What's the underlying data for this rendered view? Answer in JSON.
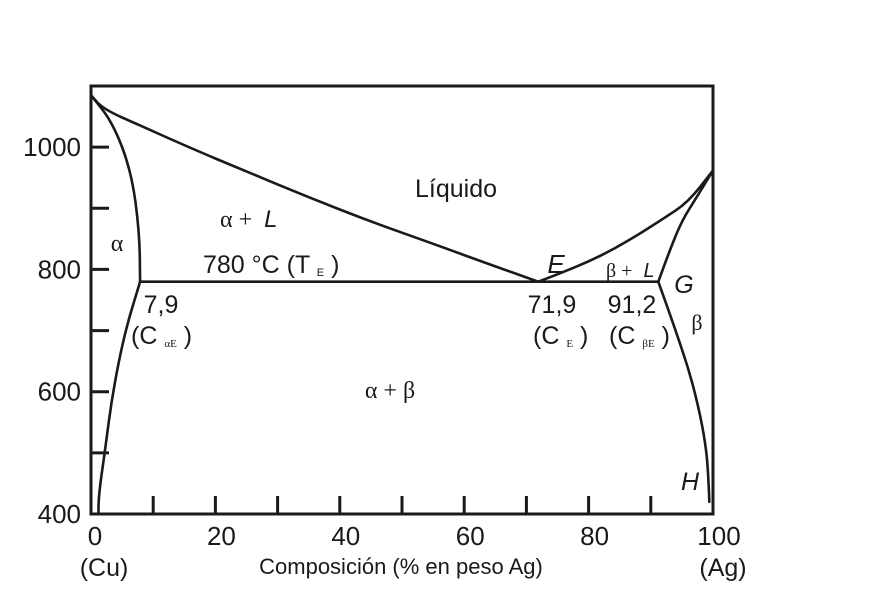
{
  "chart_data": {
    "type": "phase-diagram",
    "title": "",
    "xlabel": "Composición (% en peso Ag)",
    "ylabel": "",
    "xlim": [
      0,
      100
    ],
    "ylim": [
      400,
      1100
    ],
    "x_ticks": [
      0,
      20,
      40,
      60,
      80,
      100
    ],
    "x_tick_labels": [
      "0",
      "20",
      "40",
      "60",
      "80",
      "100"
    ],
    "x_minor_ticks": [
      10,
      30,
      50,
      70,
      90
    ],
    "y_ticks": [
      400,
      600,
      800,
      1000
    ],
    "y_tick_labels": [
      "400",
      "600",
      "800",
      "1000"
    ],
    "y_minor_ticks": [
      500,
      700,
      900
    ],
    "x_end_labels": {
      "left": "(Cu)",
      "right": "(Ag)"
    },
    "grid": false,
    "curves": [
      {
        "name": "liquidus-cu",
        "x": [
          0,
          2,
          8,
          15,
          25,
          35,
          45,
          55,
          65,
          71.9
        ],
        "y": [
          1085,
          1062,
          1035,
          1003,
          960,
          918,
          878,
          842,
          805,
          780
        ]
      },
      {
        "name": "liquidus-ag",
        "x": [
          71.9,
          76,
          80,
          84,
          88,
          92,
          96,
          100
        ],
        "y": [
          780,
          796,
          813,
          833,
          857,
          883,
          910,
          962
        ]
      },
      {
        "name": "solidus-alpha",
        "x": [
          0,
          3.5,
          6.5,
          7.8,
          7.9
        ],
        "y": [
          1085,
          1040,
          960,
          860,
          780
        ]
      },
      {
        "name": "solvus-alpha",
        "x": [
          7.9,
          5.5,
          3.5,
          2.2,
          1.5,
          1.2,
          1.2
        ],
        "y": [
          780,
          700,
          600,
          500,
          450,
          420,
          400
        ]
      },
      {
        "name": "solidus-beta",
        "x": [
          91.2,
          93,
          95,
          97.5,
          100
        ],
        "y": [
          780,
          830,
          880,
          920,
          962
        ]
      },
      {
        "name": "solvus-beta",
        "x": [
          91.2,
          94,
          96.3,
          98,
          99,
          99.3,
          99.4
        ],
        "y": [
          780,
          700,
          630,
          560,
          500,
          450,
          420
        ]
      },
      {
        "name": "eutectic-isotherm",
        "x": [
          7.9,
          91.2
        ],
        "y": [
          780,
          780
        ]
      }
    ],
    "annotations": {
      "liquid": "Líquido",
      "alpha": "α",
      "beta": "β",
      "alpha_plus_liquid_greek": "α +",
      "alpha_plus_liquid_l": "L",
      "beta_plus_liquid_greek": "β +",
      "beta_plus_liquid_l": "L",
      "alpha_plus_beta": "α + β",
      "eutectic_temp_main": "780  °C (T",
      "eutectic_temp_sub": "E",
      "eutectic_temp_close": ")",
      "point_e": "E",
      "point_g": "G",
      "point_h": "H",
      "c_alpha_value": "7,9",
      "c_alpha_main": "(C",
      "c_alpha_sub": "αE",
      "c_alpha_close": ")",
      "c_e_value": "71,9",
      "c_e_main": "(C",
      "c_e_sub": "E",
      "c_e_close": ")",
      "c_beta_value": "91,2",
      "c_beta_main": "(C",
      "c_beta_sub": "βE",
      "c_beta_close": ")"
    }
  }
}
